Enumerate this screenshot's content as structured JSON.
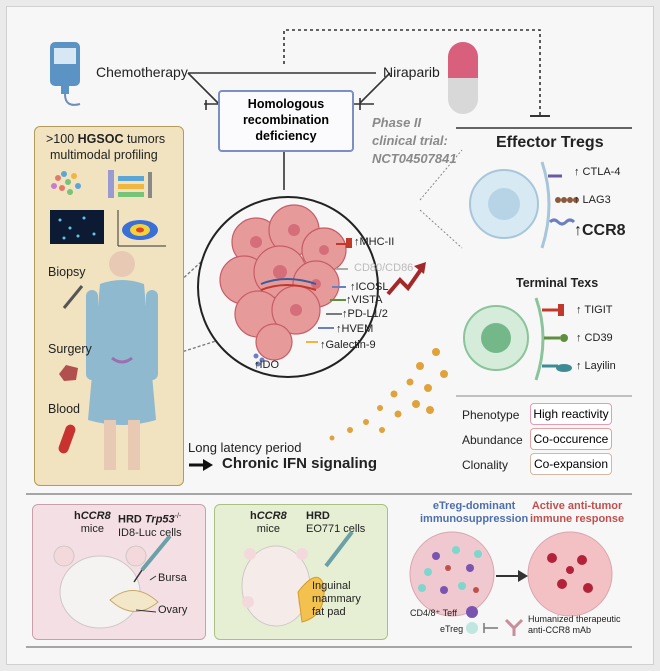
{
  "top": {
    "chemotherapy": "Chemotherapy",
    "niraparib": "Niraparib",
    "hrd_line1": "Homologous",
    "hrd_line2": "recombination",
    "hrd_line3": "deficiency",
    "trial_line1": "Phase II",
    "trial_line2": "clinical trial:",
    "trial_line3": "NCT04507841"
  },
  "cohort": {
    "title_prefix": ">100 ",
    "title_bold": "HGSOC",
    "title_suffix": " tumors",
    "title_line2": "multimodal profiling",
    "samples": [
      "Biopsy",
      "Surgery",
      "Blood"
    ]
  },
  "tumor": {
    "markers": [
      "↑MHC-II",
      "CD80/CD86",
      "↑ICOSL",
      "↑VISTA",
      "↑PD-L1/2",
      "↑HVEM",
      "↑Galectin-9"
    ],
    "ido": "↑IDO"
  },
  "ifn": {
    "latency": "Long latency period",
    "signal": "Chronic IFN signaling"
  },
  "effector": {
    "title": "Effector Tregs",
    "markers": [
      "↑ CTLA-4",
      "↑ LAG3",
      "↑CCR8"
    ]
  },
  "terminal": {
    "title": "Terminal Texs",
    "markers": [
      "↑ TIGIT",
      "↑ CD39",
      "↑ Layilin"
    ]
  },
  "features": [
    {
      "label": "Phenotype",
      "value": "High reactivity",
      "color": "#e59ab5"
    },
    {
      "label": "Abundance",
      "value": "Co-occurence",
      "color": "#e2a2a2"
    },
    {
      "label": "Clonality",
      "value": "Co-expansion",
      "color": "#d6b7a3"
    }
  ],
  "models": {
    "left": {
      "mice_prefix": "h",
      "mice_gene": "CCR8",
      "mice_word": "mice",
      "hrd": "HRD ",
      "gene": "Trp53",
      "sup": "-/-",
      "cells": "ID8-Luc cells",
      "labels": [
        "Bursa",
        "Ovary"
      ]
    },
    "mid": {
      "mice_prefix": "h",
      "mice_gene": "CCR8",
      "mice_word": "mice",
      "hrd": "HRD",
      "cells": "EO771 cells",
      "labels": [
        "Inguinal",
        "mammary",
        "fat pad"
      ]
    }
  },
  "outcome": {
    "left_title1": "eTreg-dominant",
    "left_title2": "immunosuppression",
    "right_title1": "Active anti-tumor",
    "right_title2": "immune response",
    "legend_teff": "CD4/8⁺ Teff",
    "legend_treg": "eTreg",
    "antibody1": "Humanized therapeutic",
    "antibody2": "anti-CCR8 mAb"
  },
  "colors": {
    "cohort_bg": "#f1e3c0",
    "cohort_border": "#b69a5a",
    "hrd_border": "#7c8fc4",
    "trial": "#8a8a8a",
    "left_model_bg": "#f4e0e4",
    "mid_model_bg": "#e6efd4",
    "blue_title": "#4d6fae",
    "red_title": "#c0504d"
  }
}
